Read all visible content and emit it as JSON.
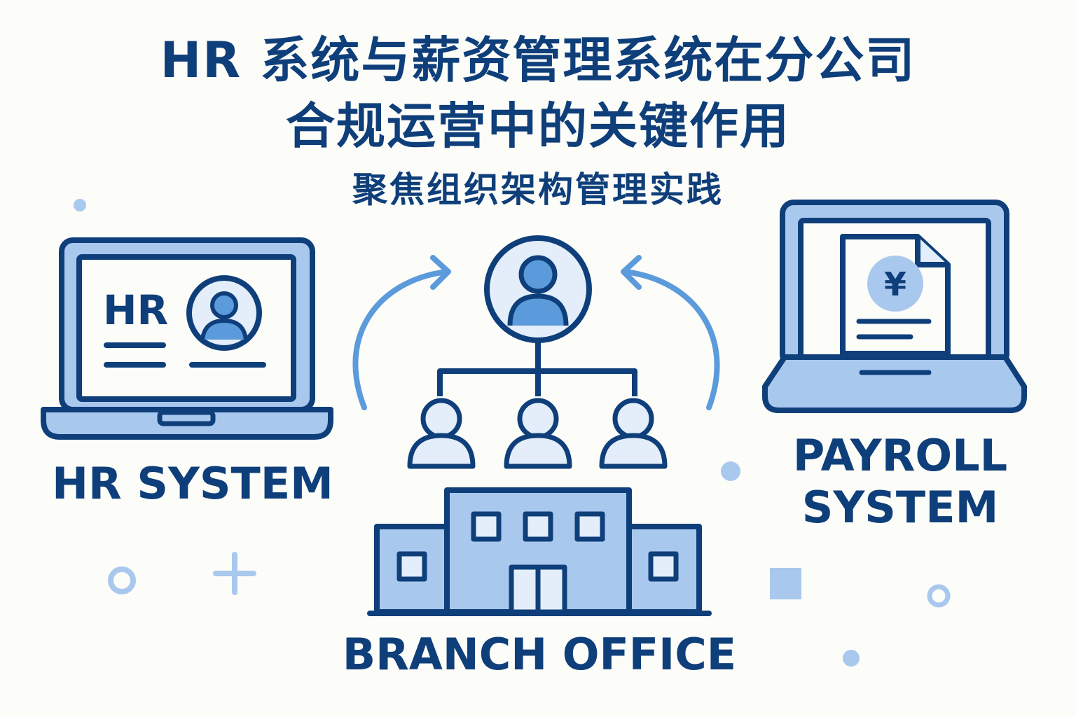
{
  "title_line1": "HR 系统与薪资管理系统在分公司",
  "title_line2": "合规运营中的关键作用",
  "subtitle": "聚焦组织架构管理实践",
  "hr_screen_text": "HR",
  "hr_label": "HR SYSTEM",
  "payroll_label_line1": "PAYROLL",
  "payroll_label_line2": "SYSTEM",
  "payroll_currency_symbol": "¥",
  "branch_label": "BRANCH OFFICE",
  "colors": {
    "navy": "#0F3F7A",
    "light_blue": "#A9C8EE",
    "mid_blue": "#5B9BDB",
    "pale_blue": "#E3EEFA",
    "background": "#FCFCF9"
  }
}
